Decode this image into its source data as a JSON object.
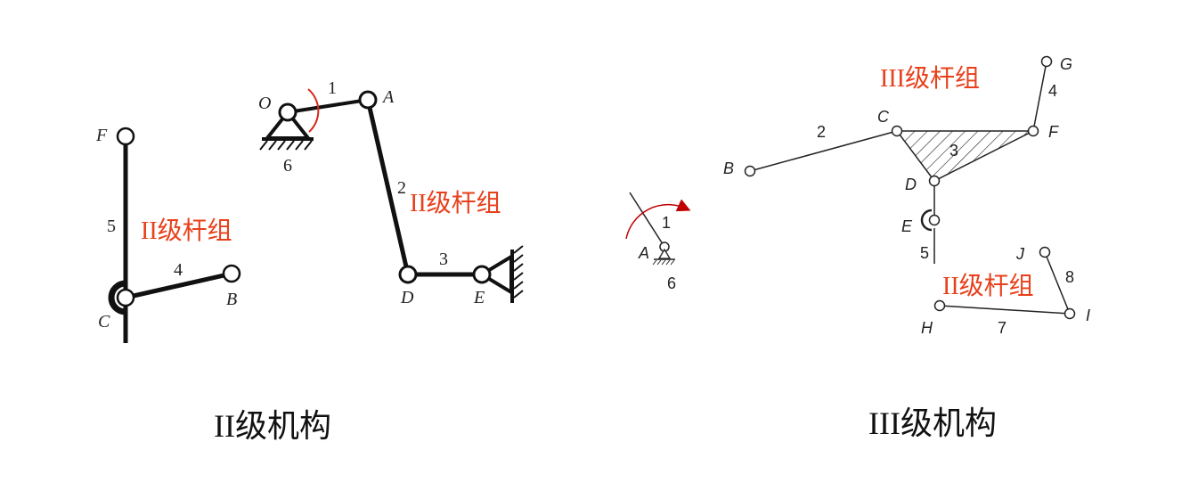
{
  "colors": {
    "accent": "#e8401c",
    "ink": "#111111",
    "arrow": "#c00000"
  },
  "left": {
    "caption": "II级机构",
    "group_label_1": "II级杆组",
    "group_label_2": "II级杆组",
    "joint_labels": {
      "F": "F",
      "C": "C",
      "B": "B",
      "O": "O",
      "A": "A",
      "D": "D",
      "E": "E"
    },
    "link_numbers": {
      "n1": "1",
      "n2": "2",
      "n3": "3",
      "n4": "4",
      "n5": "5",
      "n6": "6"
    }
  },
  "right": {
    "caption": "III级机构",
    "group_label_1": "III级杆组",
    "group_label_2": "II级杆组",
    "joint_labels": {
      "A": "A",
      "B": "B",
      "C": "C",
      "D": "D",
      "E": "E",
      "F": "F",
      "G": "G",
      "H": "H",
      "I": "I",
      "J": "J"
    },
    "link_numbers": {
      "n1": "1",
      "n2": "2",
      "n3": "3",
      "n4": "4",
      "n5": "5",
      "n6": "6",
      "n7": "7",
      "n8": "8"
    }
  }
}
